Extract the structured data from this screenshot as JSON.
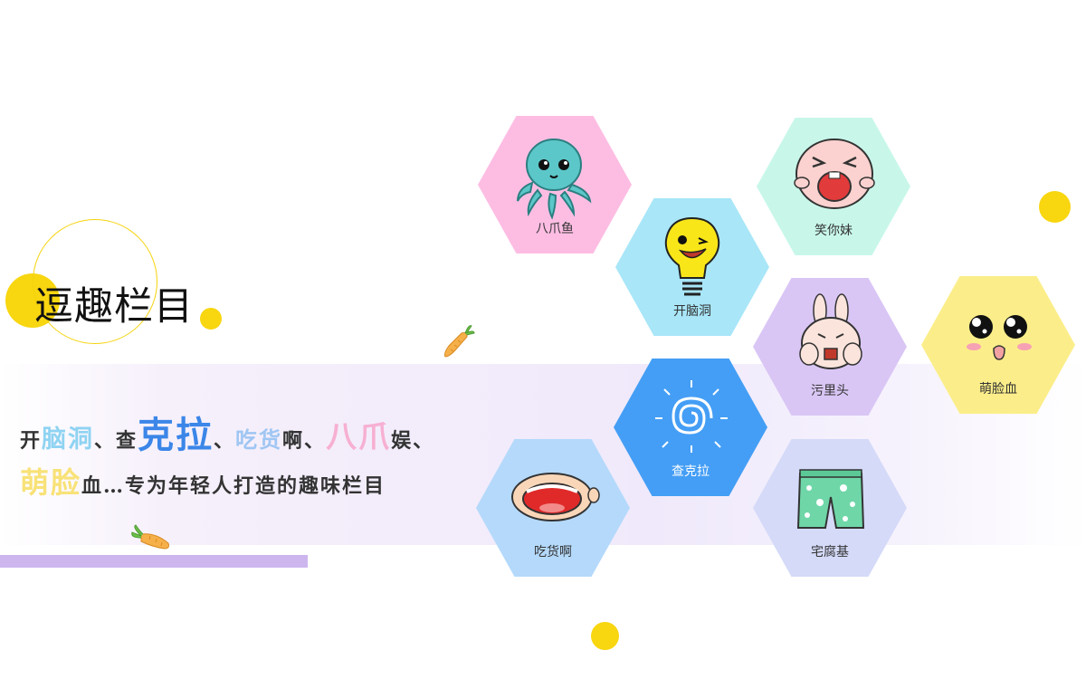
{
  "title": "逗趣栏目",
  "tagline": {
    "line1": [
      {
        "text": "开",
        "style": "small"
      },
      {
        "text": "脑洞",
        "style": "c1"
      },
      {
        "text": "、查",
        "style": "small"
      },
      {
        "text": "克拉",
        "style": "c2"
      },
      {
        "text": "、",
        "style": "small"
      },
      {
        "text": "吃货",
        "style": "c3"
      },
      {
        "text": "啊、",
        "style": "small"
      },
      {
        "text": "八爪",
        "style": "c4"
      },
      {
        "text": "娱、",
        "style": "small"
      }
    ],
    "line2": [
      {
        "text": "萌脸",
        "style": "c5"
      },
      {
        "text": "血…专为年轻人打造的趣味栏目",
        "style": "small"
      }
    ]
  },
  "tiles": [
    {
      "label": "八爪鱼",
      "color": "#fdbde3",
      "icon": "octopus-icon"
    },
    {
      "label": "开脑洞",
      "color": "#a8e6f8",
      "icon": "lightbulb-icon"
    },
    {
      "label": "笑你妹",
      "color": "#c8f7ea",
      "icon": "laughing-face-icon"
    },
    {
      "label": "污里头",
      "color": "#d9c6f5",
      "icon": "rabbit-icon"
    },
    {
      "label": "萌脸血",
      "color": "#fbee8a",
      "icon": "cute-face-icon"
    },
    {
      "label": "查克拉",
      "color": "#449ef5",
      "icon": "spiral-icon"
    },
    {
      "label": "吃货啊",
      "color": "#b4d9fb",
      "icon": "open-mouth-face-icon"
    },
    {
      "label": "宅腐基",
      "color": "#d4daf8",
      "icon": "shorts-icon"
    }
  ],
  "colors": {
    "accent_yellow": "#f8d610",
    "band_purple": "#efe9fb",
    "bar_purple": "#cdb6ee"
  }
}
